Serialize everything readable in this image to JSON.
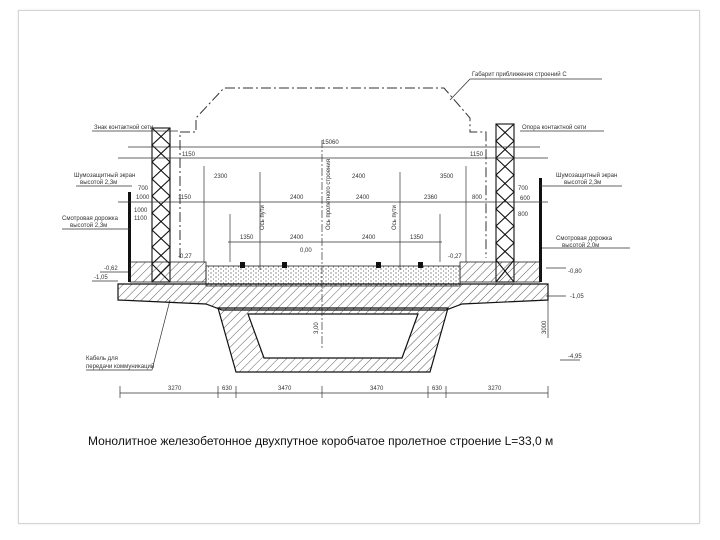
{
  "caption": "Монолитное железобетонное двухпутное коробчатое пролетное строение L=33,0 м",
  "drawing": {
    "top_callout": "Габарит приближения строений С",
    "left_callouts": [
      "Знак контактной сети",
      "Шумозащитный экран",
      "высотой 2,3м",
      "Смотровая дорожка",
      "высотой 2,3м",
      "Кабель для",
      "передачи коммуникаций"
    ],
    "right_callouts": [
      "Опора контактной сети",
      "Шумозащитный экран",
      "высотой 2,3м",
      "Смотровая дорожка",
      "высотой 2,0м"
    ],
    "dimensions_top": [
      "15060",
      "1150",
      "2300",
      "2400",
      "3500",
      "1150"
    ],
    "dimensions_row2": [
      "1000",
      "1150",
      "2400",
      "2400",
      "2360",
      "800"
    ],
    "dimensions_row3": [
      "1350",
      "2400",
      "2400",
      "1350"
    ],
    "vertical_labels": [
      "Ось пути",
      "Ось пролетного строения",
      "Ось пути"
    ],
    "side_small_left": [
      "700",
      "1000",
      "1100"
    ],
    "side_small_right": [
      "700",
      "600",
      "800"
    ],
    "level_marks_left": [
      "-0,27",
      "-0,62",
      "-1,05"
    ],
    "level_marks_right": [
      "-0,27",
      "-0,80",
      "-1,05"
    ],
    "center_level": "0,00",
    "level_bottom_right": "-4,95",
    "height_center": "3,00",
    "height_right": "3000",
    "bottom_dimensions": [
      "3270",
      "630",
      "3470",
      "3470",
      "630",
      "3270"
    ]
  }
}
